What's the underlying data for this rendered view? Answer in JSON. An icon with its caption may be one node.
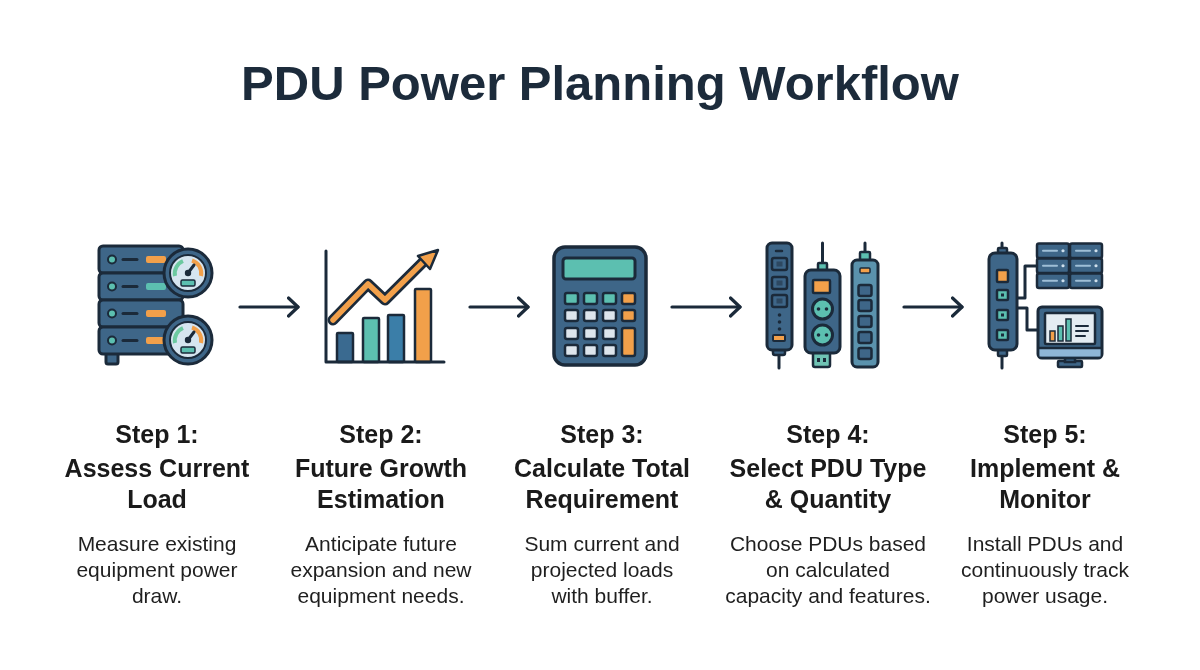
{
  "diagram": {
    "title": "PDU Power Planning Workflow",
    "nodes": [
      {
        "text": [],
        "shape": "picture",
        "beside": [
          "Step 1:",
          "Assess Current Load",
          "Measure existing equipment power draw."
        ]
      },
      {
        "text": [],
        "shape": "picture",
        "beside": [
          "Step 2:",
          "Future Growth Estimation",
          "Anticipate future expansion and new equipment needs."
        ]
      },
      {
        "text": [],
        "shape": "picture",
        "beside": [
          "Step 3:",
          "Calculate Total Requirement",
          "Sum current and projected loads with buffer."
        ]
      },
      {
        "text": [],
        "shape": "picture",
        "beside": [
          "Step 4:",
          "Select PDU Type & Quantity",
          "Choose PDUs based on calculated capacity and features."
        ]
      },
      {
        "text": [],
        "shape": "picture",
        "beside": [
          "Step 5:",
          "Implement & Monitor",
          "Install PDUs and continuously track power usage."
        ]
      }
    ],
    "edges": [
      {
        "from": 0,
        "to": 1,
        "arrow": "to"
      },
      {
        "from": 1,
        "to": 2,
        "arrow": "to"
      },
      {
        "from": 2,
        "to": 3,
        "arrow": "to"
      },
      {
        "from": 3,
        "to": 4,
        "arrow": "to"
      }
    ]
  }
}
